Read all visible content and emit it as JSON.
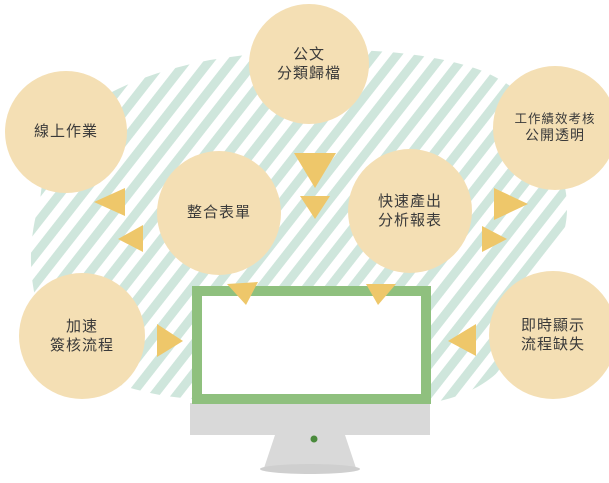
{
  "colors": {
    "circle_fill": "#f4dfb4",
    "arrow": "#eec76a",
    "stripe": "#cfe6dc",
    "monitor_frame": "#8fc07e",
    "stand": "#d9d9d9",
    "dot": "#4a8a3c"
  },
  "nodes": {
    "top_center": {
      "line1": "公文",
      "line2": "分類歸檔"
    },
    "top_left": {
      "line1": "線上作業"
    },
    "top_right": {
      "line1": "工作績效考核",
      "line2": "公開透明"
    },
    "mid_left": {
      "line1": "整合表單"
    },
    "mid_right": {
      "line1": "快速產出",
      "line2": "分析報表"
    },
    "bottom_left": {
      "line1": "加速",
      "line2": "簽核流程"
    },
    "bottom_right": {
      "line1": "即時顯示",
      "line2": "流程缺失"
    }
  },
  "monitor": {
    "icon": "monitor-icon"
  }
}
